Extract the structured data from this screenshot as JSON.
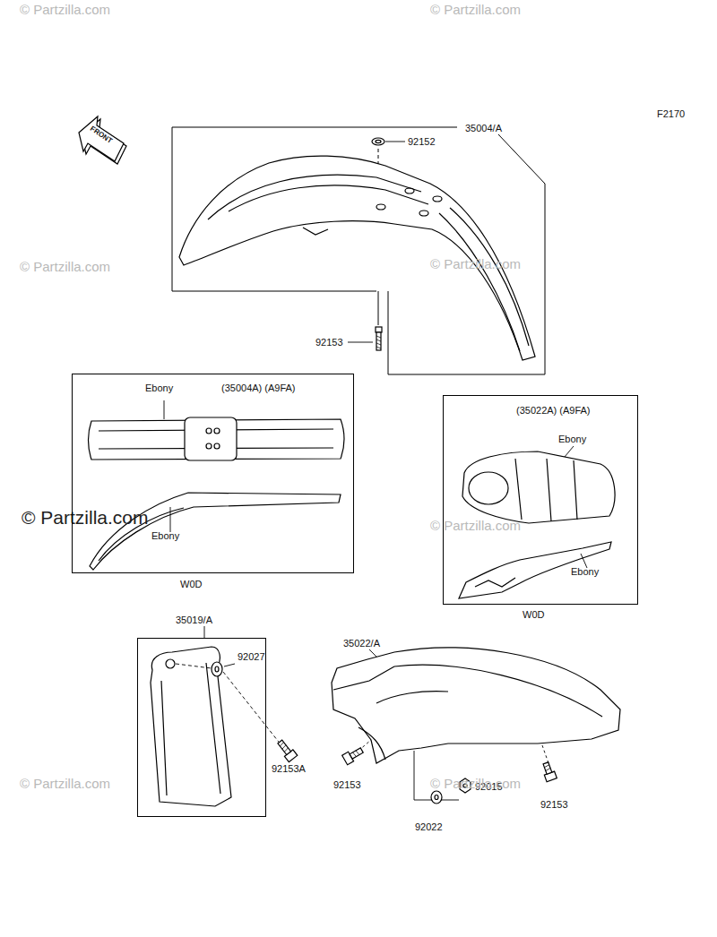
{
  "diagram": {
    "nodes": [
      {
        "text": [
          "(35004A) (A9FA)",
          "Ebony",
          "Ebony",
          "W0D"
        ]
      },
      {
        "text": [
          "(35022A) (A9FA)",
          "Ebony",
          "Ebony",
          "W0D"
        ]
      },
      {
        "text": [
          "35019/A"
        ]
      }
    ],
    "labels": [
      "© Partzilla.com",
      "© Partzilla.com",
      "F2170",
      "FRONT",
      "35004/A",
      "92152",
      "© Partzilla.com",
      "© Partzilla.com",
      "92153",
      "© Partzilla.com",
      "© Partzilla.com",
      "92027",
      "35022/A",
      "92153A",
      "92153",
      "92015",
      "92153",
      "92022",
      "© Partzilla.com",
      "© Partzilla.com"
    ]
  }
}
